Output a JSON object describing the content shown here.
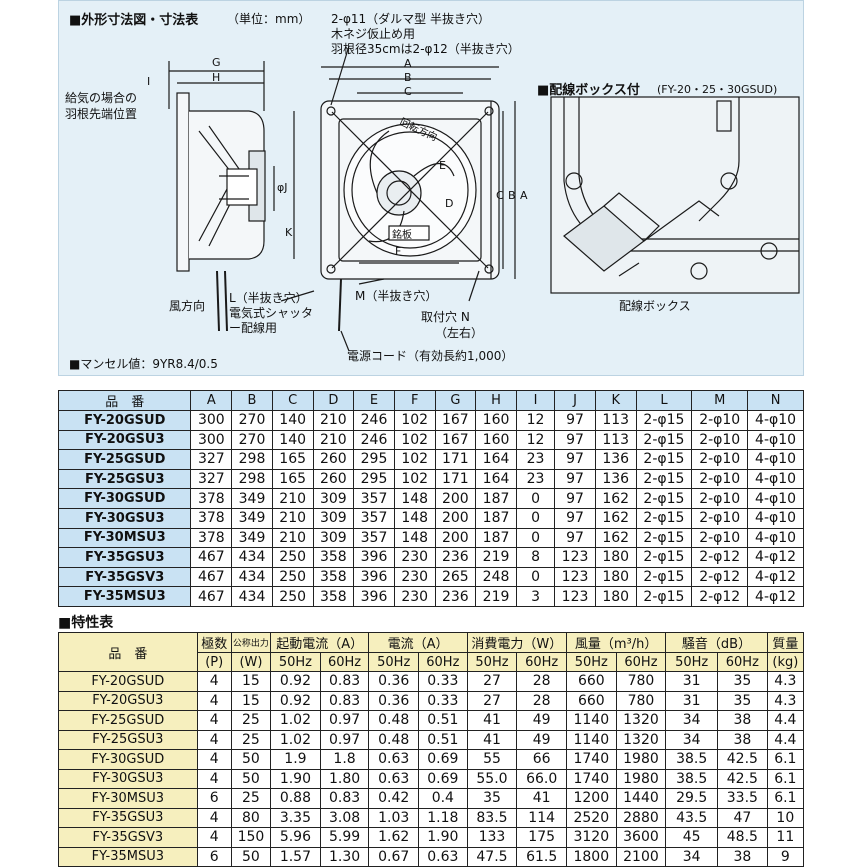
{
  "outline": {
    "title": "■外形寸法図・寸法表",
    "unit": "（単位：mm）",
    "hole_note_1": "2-φ11（ダルマ型 半抜き穴）",
    "hole_note_2": "木ネジ仮止め用",
    "hole_note_3": "羽根径35cmは2-φ12（半抜き穴）",
    "intake_note_1": "給気の場合の",
    "intake_note_2": "羽根先端位置",
    "wind_dir": "風方向",
    "l_note_1": "L（半抜き穴）",
    "l_note_2": "電気式シャッタ",
    "l_note_3": "ー配線用",
    "m_note": "M（半抜き穴）",
    "n_note_1": "取付穴  N",
    "n_note_2": "（左右）",
    "cord_note": "電源コード（有効長約1,000）",
    "rotation": "回転方向",
    "nameplate": "銘板",
    "munsell": "■マンセル値：9YR8.4/0.5",
    "letters": {
      "A": "A",
      "B": "B",
      "C": "C",
      "D": "D",
      "E": "E",
      "F": "F",
      "G": "G",
      "H": "H",
      "I": "I",
      "J": "φJ",
      "K": "K"
    }
  },
  "wiring": {
    "title": "■配線ボックス付",
    "models": "(FY-20・25・30GSUD)",
    "box_label": "配線ボックス"
  },
  "dimension_table": {
    "headers": [
      "品　番",
      "A",
      "B",
      "C",
      "D",
      "E",
      "F",
      "G",
      "H",
      "I",
      "J",
      "K",
      "L",
      "M",
      "N"
    ],
    "rows": [
      [
        "FY-20GSUD",
        "300",
        "270",
        "140",
        "210",
        "246",
        "102",
        "167",
        "160",
        "12",
        "97",
        "113",
        "2-φ15",
        "2-φ10",
        "4-φ10"
      ],
      [
        "FY-20GSU3",
        "300",
        "270",
        "140",
        "210",
        "246",
        "102",
        "167",
        "160",
        "12",
        "97",
        "113",
        "2-φ15",
        "2-φ10",
        "4-φ10"
      ],
      [
        "FY-25GSUD",
        "327",
        "298",
        "165",
        "260",
        "295",
        "102",
        "171",
        "164",
        "23",
        "97",
        "136",
        "2-φ15",
        "2-φ10",
        "4-φ10"
      ],
      [
        "FY-25GSU3",
        "327",
        "298",
        "165",
        "260",
        "295",
        "102",
        "171",
        "164",
        "23",
        "97",
        "136",
        "2-φ15",
        "2-φ10",
        "4-φ10"
      ],
      [
        "FY-30GSUD",
        "378",
        "349",
        "210",
        "309",
        "357",
        "148",
        "200",
        "187",
        "0",
        "97",
        "162",
        "2-φ15",
        "2-φ10",
        "4-φ10"
      ],
      [
        "FY-30GSU3",
        "378",
        "349",
        "210",
        "309",
        "357",
        "148",
        "200",
        "187",
        "0",
        "97",
        "162",
        "2-φ15",
        "2-φ10",
        "4-φ10"
      ],
      [
        "FY-30MSU3",
        "378",
        "349",
        "210",
        "309",
        "357",
        "148",
        "200",
        "187",
        "0",
        "97",
        "162",
        "2-φ15",
        "2-φ10",
        "4-φ10"
      ],
      [
        "FY-35GSU3",
        "467",
        "434",
        "250",
        "358",
        "396",
        "230",
        "236",
        "219",
        "8",
        "123",
        "180",
        "2-φ15",
        "2-φ12",
        "4-φ12"
      ],
      [
        "FY-35GSV3",
        "467",
        "434",
        "250",
        "358",
        "396",
        "230",
        "265",
        "248",
        "0",
        "123",
        "180",
        "2-φ15",
        "2-φ12",
        "4-φ12"
      ],
      [
        "FY-35MSU3",
        "467",
        "434",
        "250",
        "358",
        "396",
        "230",
        "236",
        "219",
        "3",
        "123",
        "180",
        "2-φ15",
        "2-φ12",
        "4-φ12"
      ]
    ]
  },
  "characteristics": {
    "title": "■特性表",
    "h_model": "品　番",
    "h_poles": "極数",
    "h_poles_unit": "(P)",
    "h_output": "公称出力",
    "h_output_unit": "(W)",
    "h_start": "起動電流（A）",
    "h_current": "電流（A）",
    "h_power": "消費電力（W）",
    "h_airflow": "風量（m³/h）",
    "h_noise": "騒音（dB）",
    "h_mass": "質量",
    "h_mass_unit": "(kg)",
    "hz50": "50Hz",
    "hz60": "60Hz",
    "rows": [
      [
        "FY-20GSUD",
        "4",
        "15",
        "0.92",
        "0.83",
        "0.36",
        "0.33",
        "27",
        "28",
        "660",
        "780",
        "31",
        "35",
        "4.3"
      ],
      [
        "FY-20GSU3",
        "4",
        "15",
        "0.92",
        "0.83",
        "0.36",
        "0.33",
        "27",
        "28",
        "660",
        "780",
        "31",
        "35",
        "4.3"
      ],
      [
        "FY-25GSUD",
        "4",
        "25",
        "1.02",
        "0.97",
        "0.48",
        "0.51",
        "41",
        "49",
        "1140",
        "1320",
        "34",
        "38",
        "4.4"
      ],
      [
        "FY-25GSU3",
        "4",
        "25",
        "1.02",
        "0.97",
        "0.48",
        "0.51",
        "41",
        "49",
        "1140",
        "1320",
        "34",
        "38",
        "4.4"
      ],
      [
        "FY-30GSUD",
        "4",
        "50",
        "1.9",
        "1.8",
        "0.63",
        "0.69",
        "55",
        "66",
        "1740",
        "1980",
        "38.5",
        "42.5",
        "6.1"
      ],
      [
        "FY-30GSU3",
        "4",
        "50",
        "1.90",
        "1.80",
        "0.63",
        "0.69",
        "55.0",
        "66.0",
        "1740",
        "1980",
        "38.5",
        "42.5",
        "6.1"
      ],
      [
        "FY-30MSU3",
        "6",
        "25",
        "0.88",
        "0.83",
        "0.42",
        "0.4",
        "35",
        "41",
        "1200",
        "1440",
        "29.5",
        "33.5",
        "6.1"
      ],
      [
        "FY-35GSU3",
        "4",
        "80",
        "3.35",
        "3.08",
        "1.03",
        "1.18",
        "83.5",
        "114",
        "2520",
        "2880",
        "43.5",
        "47",
        "10"
      ],
      [
        "FY-35GSV3",
        "4",
        "150",
        "5.96",
        "5.99",
        "1.62",
        "1.90",
        "133",
        "175",
        "3120",
        "3600",
        "45",
        "48.5",
        "11"
      ],
      [
        "FY-35MSU3",
        "6",
        "50",
        "1.57",
        "1.30",
        "0.67",
        "0.63",
        "47.5",
        "61.5",
        "1800",
        "2100",
        "34",
        "38",
        "9"
      ]
    ]
  }
}
